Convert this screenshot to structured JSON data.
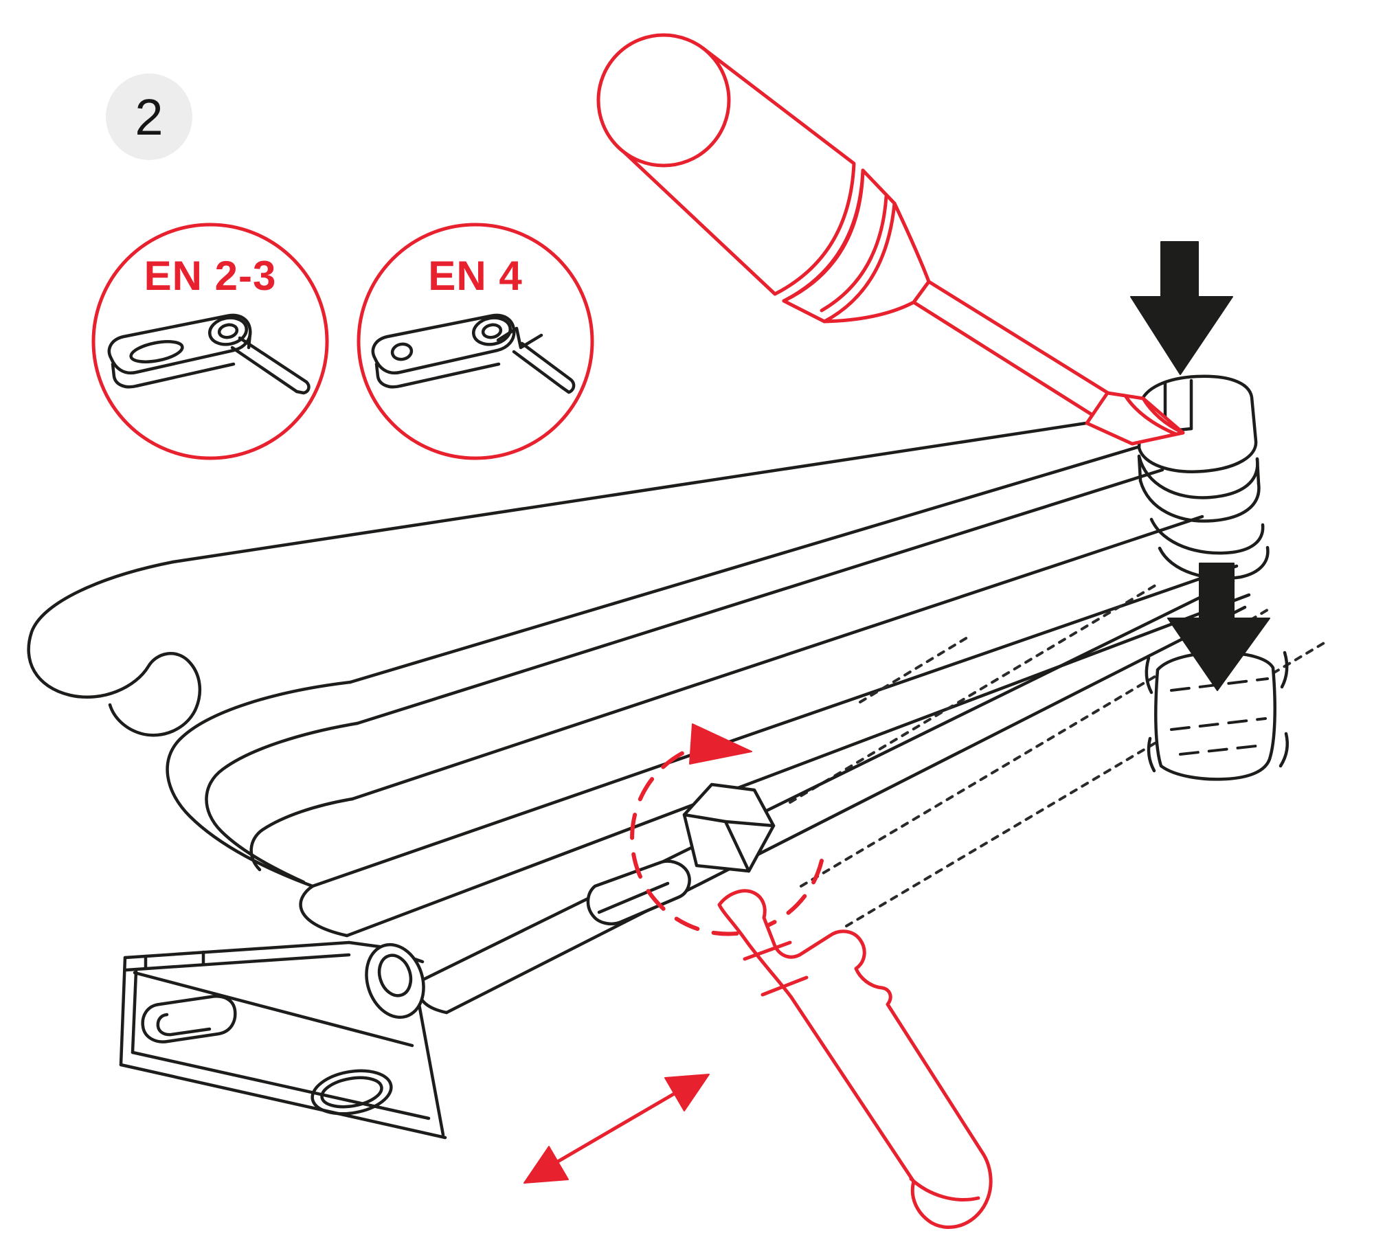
{
  "page": {
    "title": "Door closer installation diagram - step 2",
    "background": "#ffffff"
  },
  "colors": {
    "red": "#e8212e",
    "ink": "#1d1d1b",
    "badge": "#ededee"
  },
  "step_badge": {
    "number": "2"
  },
  "callouts": {
    "en23": {
      "label": "EN 2-3"
    },
    "en4": {
      "label": "EN 4"
    }
  },
  "icons": {
    "press_arrow_top": "black-down-arrow",
    "press_arrow_bottom": "black-down-arrow",
    "rotation_arrow": "red-dashed-clockwise-arrow",
    "slide_arrow": "red-double-headed-arrow",
    "tool_screwdriver": "red-flat-screwdriver-outline",
    "tool_wrench": "red-open-end-wrench-outline"
  }
}
